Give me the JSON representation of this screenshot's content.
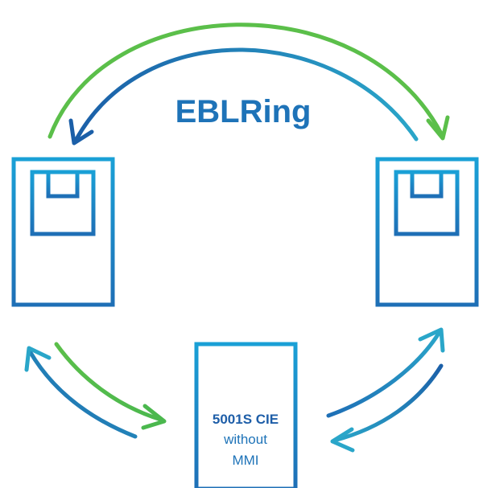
{
  "title": "EBLRing",
  "center_device": {
    "model": "5001S CIE",
    "line2": "without",
    "line3": "MMI"
  },
  "devices": [
    {
      "name": "left-panel-device"
    },
    {
      "name": "right-panel-device"
    },
    {
      "name": "center-cie-device"
    }
  ],
  "colors": {
    "green": "#5bbf4a",
    "teal": "#2aa6c9",
    "blue": "#1b5fa8",
    "title": "#1e73b8"
  }
}
